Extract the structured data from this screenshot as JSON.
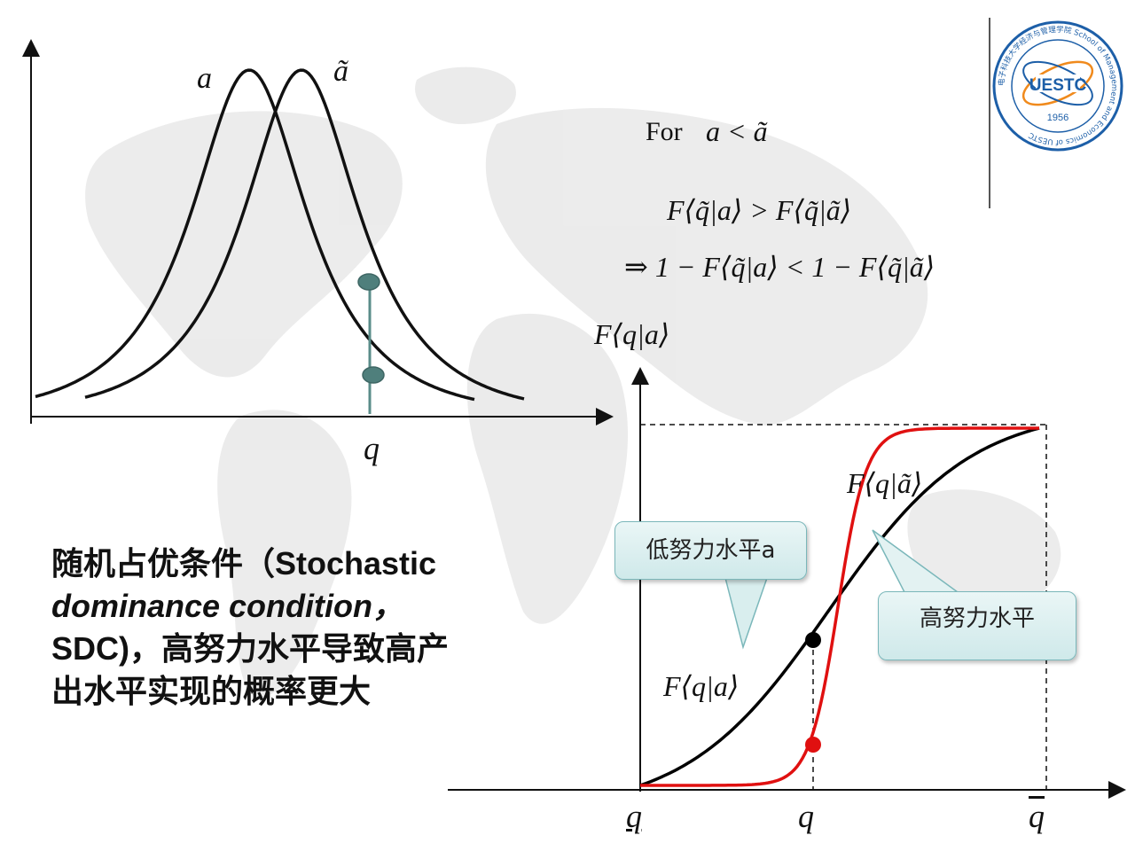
{
  "top_plot": {
    "label_a": "a",
    "label_a_tilde": "ã",
    "label_q": "q"
  },
  "statements": {
    "for_text": "For",
    "for_condition": "a < ã",
    "line1": "F⟨q̃|a⟩ > F⟨q̃|ã⟩",
    "line2": "⇒ 1 − F⟨q̃|a⟩ < 1 − F⟨q̃|ã⟩"
  },
  "cdf_plot": {
    "ylabel": "F⟨q|a⟩",
    "curve_label_high": "F⟨q|ã⟩",
    "curve_label_low": "F⟨q|a⟩",
    "x_labels": {
      "lower": "q",
      "mid": "q",
      "upper": "q"
    },
    "curve_colors": {
      "low_effort": "#000000",
      "high_effort": "#e01010"
    }
  },
  "callouts": {
    "low_effort": "低努力水平a",
    "high_effort": "高努力水平"
  },
  "caption": {
    "line1": "随机占优条件（Stochastic",
    "line2": "dominance condition，",
    "line3": "SDC)，高努力水平导致高产",
    "line4": "出水平实现的概率更大"
  },
  "logo": {
    "ring_text": "电子科技大学经济与管理学院 School of Management and Economics of UESTC",
    "center": "UESTC",
    "year": "1956"
  }
}
